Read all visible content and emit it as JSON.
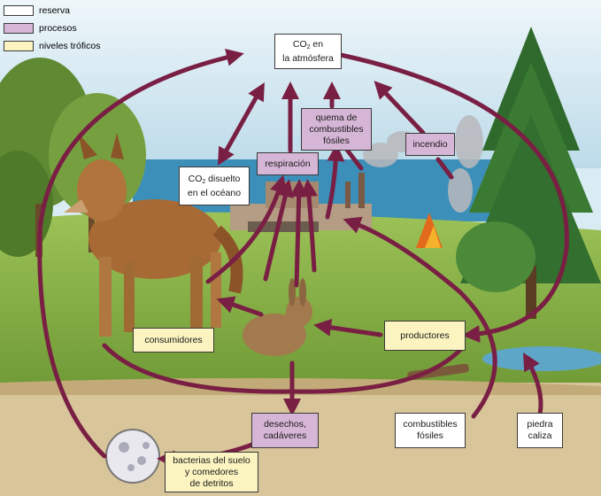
{
  "legend": {
    "reserva": "reserva",
    "procesos": "procesos",
    "niveles_troficos": "niveles tróficos"
  },
  "colors": {
    "reserva": "#ffffff",
    "proceso": "#d6b6d6",
    "trofico": "#fbf4c0",
    "arrow": "#7a1f44"
  },
  "labels": {
    "co2_atmosfera_1": "CO",
    "co2_atmosfera_sub": "2",
    "co2_atmosfera_1b": " en",
    "co2_atmosfera_2": "la atmósfera",
    "co2_oceano_1": "CO",
    "co2_oceano_sub": "2",
    "co2_oceano_1b": " disuelto",
    "co2_oceano_2": "en el océano",
    "respiracion": "respiración",
    "quema_1": "quema de",
    "quema_2": "combustibles",
    "quema_3": "fósiles",
    "incendio": "incendio",
    "consumidores": "consumidores",
    "productores": "productores",
    "desechos_1": "desechos,",
    "desechos_2": "cadáveres",
    "combustibles_1": "combustibles",
    "combustibles_2": "fósiles",
    "piedra_1": "piedra",
    "piedra_2": "caliza",
    "bacterias_1": "bacterias del suelo",
    "bacterias_2": "y comedores",
    "bacterias_3": "de detritos"
  }
}
